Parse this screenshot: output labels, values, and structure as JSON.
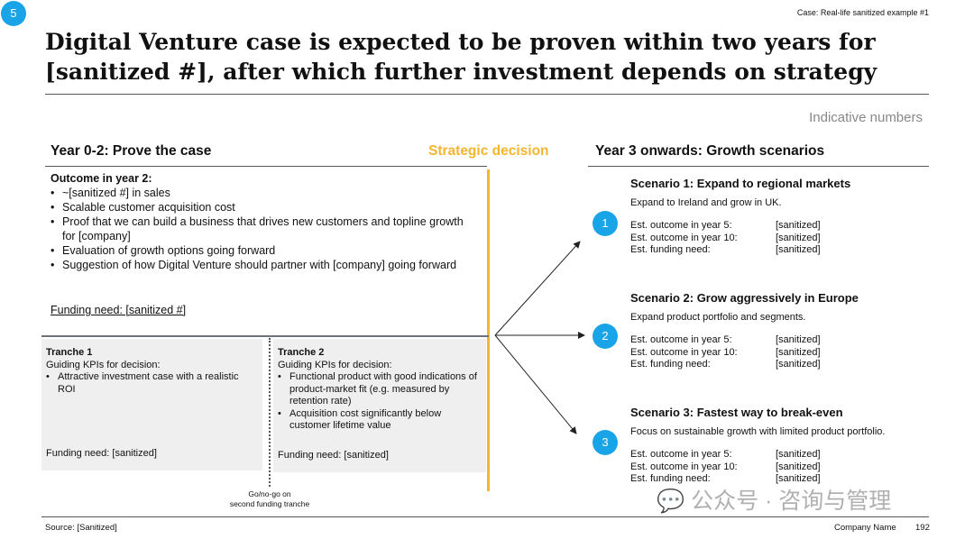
{
  "page_badge": "5",
  "case_label": "Case: Real-life sanitized example #1",
  "title_line1": "Digital Venture case is expected to be proven within two years for",
  "title_line2": "[sanitized #], after which further investment depends on strategy",
  "indicative": "Indicative numbers",
  "left_header": "Year 0-2: Prove the case",
  "strategic_decision": "Strategic decision",
  "right_header": "Year 3 onwards: Growth scenarios",
  "outcome": {
    "title": "Outcome in year 2:",
    "bullets": [
      "~[sanitized #] in sales",
      "Scalable customer acquisition cost",
      "Proof that we can build a business that drives new customers and topline growth for [company]",
      "Evaluation of growth options going forward",
      "Suggestion of how Digital Venture should partner with [company] going forward"
    ],
    "funding": "Funding need: [sanitized #]"
  },
  "tranches": [
    {
      "title": "Tranche 1",
      "kpi_label": "Guiding KPIs for decision:",
      "bullets": [
        "Attractive investment case with a realistic ROI"
      ],
      "funding": "Funding need: [sanitized]"
    },
    {
      "title": "Tranche 2",
      "kpi_label": "Guiding KPIs for decision:",
      "bullets": [
        "Functional product with good indications of product-market fit (e.g. measured by retention rate)",
        "Acquisition cost significantly below customer lifetime value"
      ],
      "funding": "Funding need: [sanitized]"
    }
  ],
  "gonogo_line1": "Go/no-go on",
  "gonogo_line2": "second funding tranche",
  "scenarios": [
    {
      "num": "1",
      "title": "Scenario 1: Expand to regional markets",
      "desc": "Expand to Ireland and grow in UK.",
      "rows": [
        [
          "Est. outcome in year 5:",
          "[sanitized]"
        ],
        [
          "Est. outcome in year 10:",
          "[sanitized]"
        ],
        [
          "Est. funding need:",
          "[sanitized]"
        ]
      ]
    },
    {
      "num": "2",
      "title": "Scenario 2: Grow aggressively in Europe",
      "desc": "Expand product portfolio and segments.",
      "rows": [
        [
          "Est. outcome in year 5:",
          "[sanitized]"
        ],
        [
          "Est. outcome in year 10:",
          "[sanitized]"
        ],
        [
          "Est. funding need:",
          "[sanitized]"
        ]
      ]
    },
    {
      "num": "3",
      "title": "Scenario 3: Fastest way to break-even",
      "desc": "Focus on sustainable growth with limited product portfolio.",
      "rows": [
        [
          "Est. outcome in year 5:",
          "[sanitized]"
        ],
        [
          "Est. outcome in year 10:",
          "[sanitized]"
        ],
        [
          "Est. funding need:",
          "[sanitized]"
        ]
      ]
    }
  ],
  "source": "Source: [Sanitized]",
  "company": "Company Name",
  "page_number": "192",
  "watermark": "公众号 · 咨询与管理",
  "colors": {
    "accent": "#1aa4e8",
    "decision": "#f5b52e"
  }
}
